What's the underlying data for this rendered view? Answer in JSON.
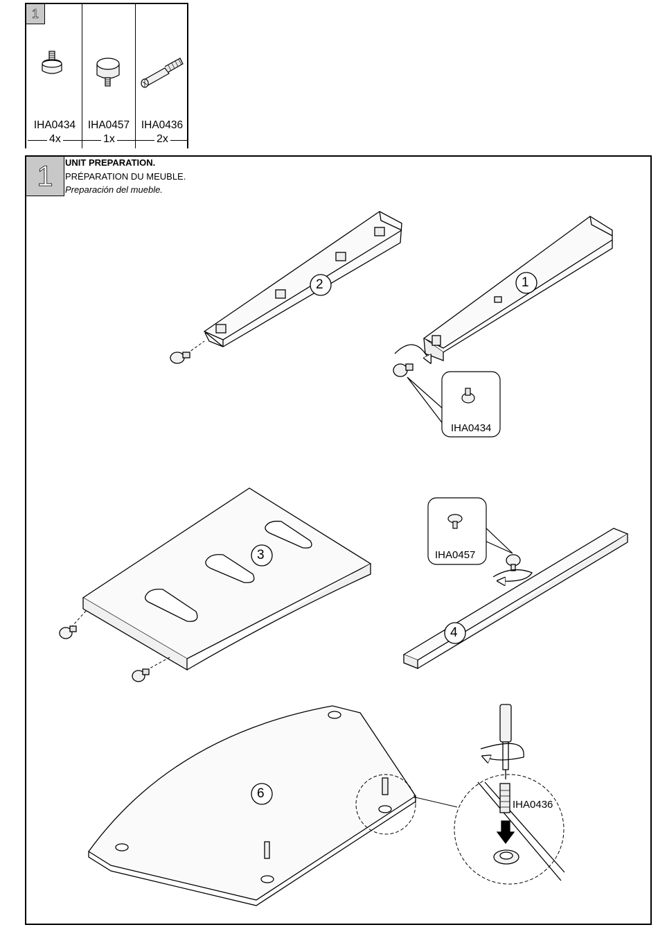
{
  "parts": {
    "step_number": "1",
    "items": [
      {
        "code": "IHA0434",
        "qty": "4x",
        "icon": "foot-glide-icon"
      },
      {
        "code": "IHA0457",
        "qty": "1x",
        "icon": "round-glide-icon"
      },
      {
        "code": "IHA0436",
        "qty": "2x",
        "icon": "cam-bolt-icon"
      }
    ]
  },
  "step": {
    "number": "1",
    "title_en": "UNIT PREPARATION.",
    "title_fr": "PRÉPARATION DU MEUBLE.",
    "title_es": "Preparación del mueble."
  },
  "callouts": {
    "panel_1": "1",
    "panel_2": "2",
    "panel_3": "3",
    "panel_4": "4",
    "panel_6": "6",
    "glide_code": "IHA0434",
    "round_glide_code": "IHA0457",
    "bolt_code": "IHA0436"
  }
}
